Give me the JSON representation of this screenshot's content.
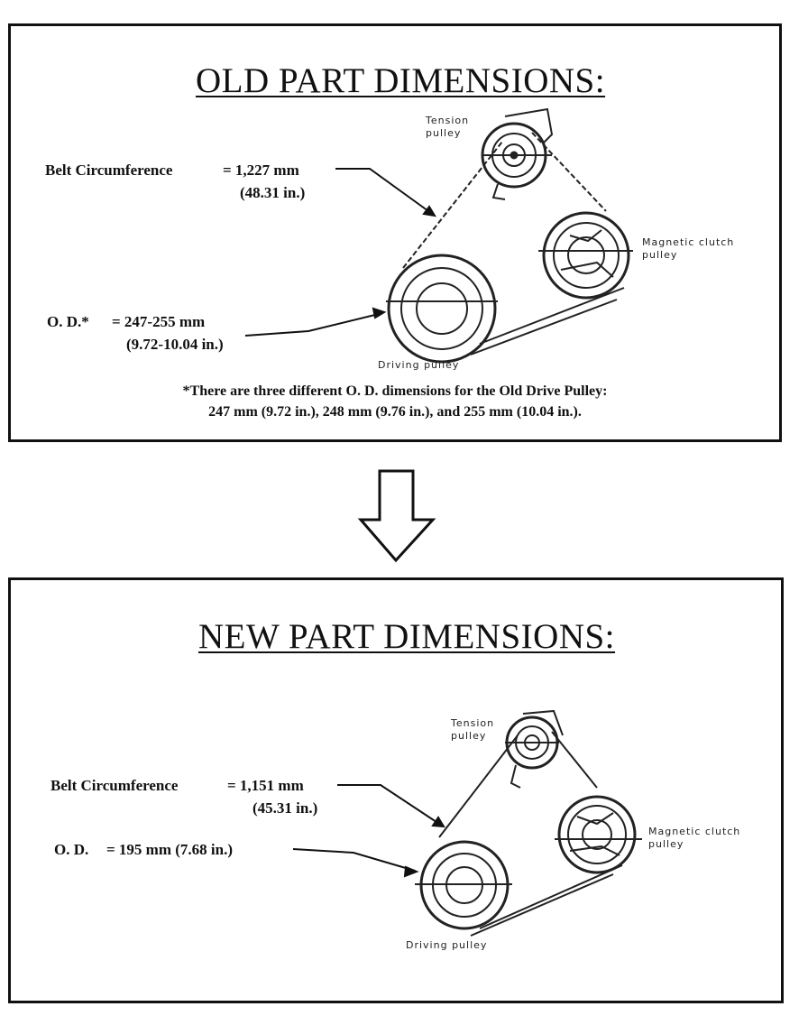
{
  "old": {
    "title": "OLD PART DIMENSIONS:",
    "belt_label": "Belt Circumference",
    "belt_eq": "= 1,227 mm",
    "belt_in": "(48.31 in.)",
    "od_label": "O. D.*",
    "od_eq": "= 247-255 mm",
    "od_in": "(9.72-10.04 in.)",
    "tension_pulley_line1": "Tension",
    "tension_pulley_line2": "pulley",
    "clutch_pulley_line1": "Magnetic clutch",
    "clutch_pulley_line2": "pulley",
    "driving_pulley": "Driving pulley",
    "note_line1": "*There are three different O. D. dimensions for the Old Drive Pulley:",
    "note_line2": "247 mm (9.72 in.), 248 mm (9.76 in.), and 255 mm (10.04 in.)."
  },
  "new": {
    "title": "NEW PART DIMENSIONS:",
    "belt_label": "Belt Circumference",
    "belt_eq": "= 1,151 mm",
    "belt_in": "(45.31 in.)",
    "od_label": "O. D.",
    "od_eq": "= 195 mm (7.68 in.)",
    "tension_pulley_line1": "Tension",
    "tension_pulley_line2": "pulley",
    "clutch_pulley_line1": "Magnetic clutch",
    "clutch_pulley_line2": "pulley",
    "driving_pulley": "Driving pulley"
  }
}
